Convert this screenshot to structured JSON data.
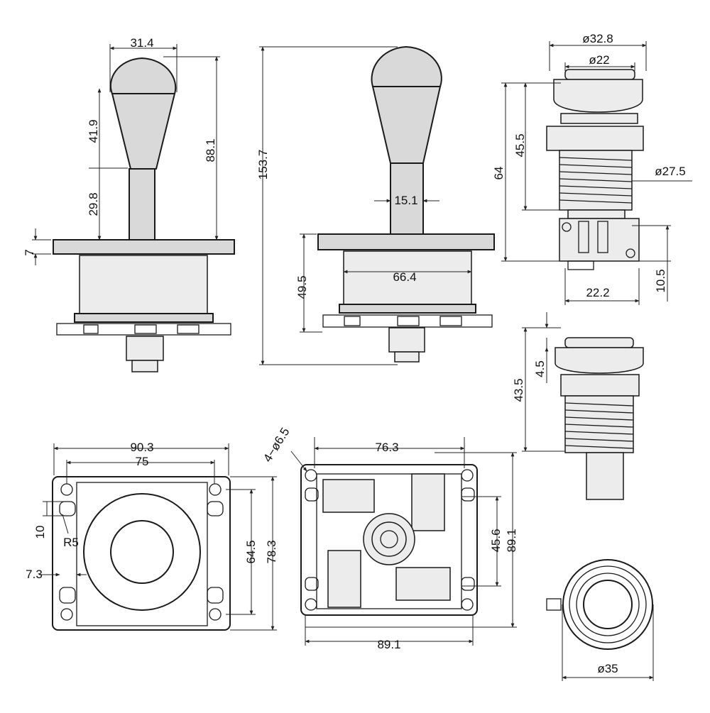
{
  "colors": {
    "line": "#1a1a1a",
    "fill": "#d9d9d9",
    "background": "#ffffff"
  },
  "labels": {
    "d_31_4": "31.4",
    "d_41_9": "41.9",
    "d_88_1": "88.1",
    "d_29_8": "29.8",
    "d_7": "7",
    "d_153_7": "153.7",
    "d_15_1": "15.1",
    "d_66_4": "66.4",
    "d_49_5": "49.5",
    "d_phi32_8": "ø32.8",
    "d_phi22": "ø22",
    "d_45_5": "45.5",
    "d_64": "64",
    "d_phi27_5": "ø27.5",
    "d_22_2": "22.2",
    "d_10_5": "10.5",
    "d_43_5": "43.5",
    "d_4_5": "4.5",
    "d_90_3": "90.3",
    "d_75": "75",
    "d_10": "10",
    "d_r5": "R5",
    "d_7_3": "7.3",
    "d_64_5": "64.5",
    "d_78_3": "78.3",
    "d_holes": "4−ø6.5",
    "d_76_3": "76.3",
    "d_45_6": "45.6",
    "d_89_1_v": "89.1",
    "d_89_1_h": "89.1",
    "d_phi35": "ø35"
  }
}
